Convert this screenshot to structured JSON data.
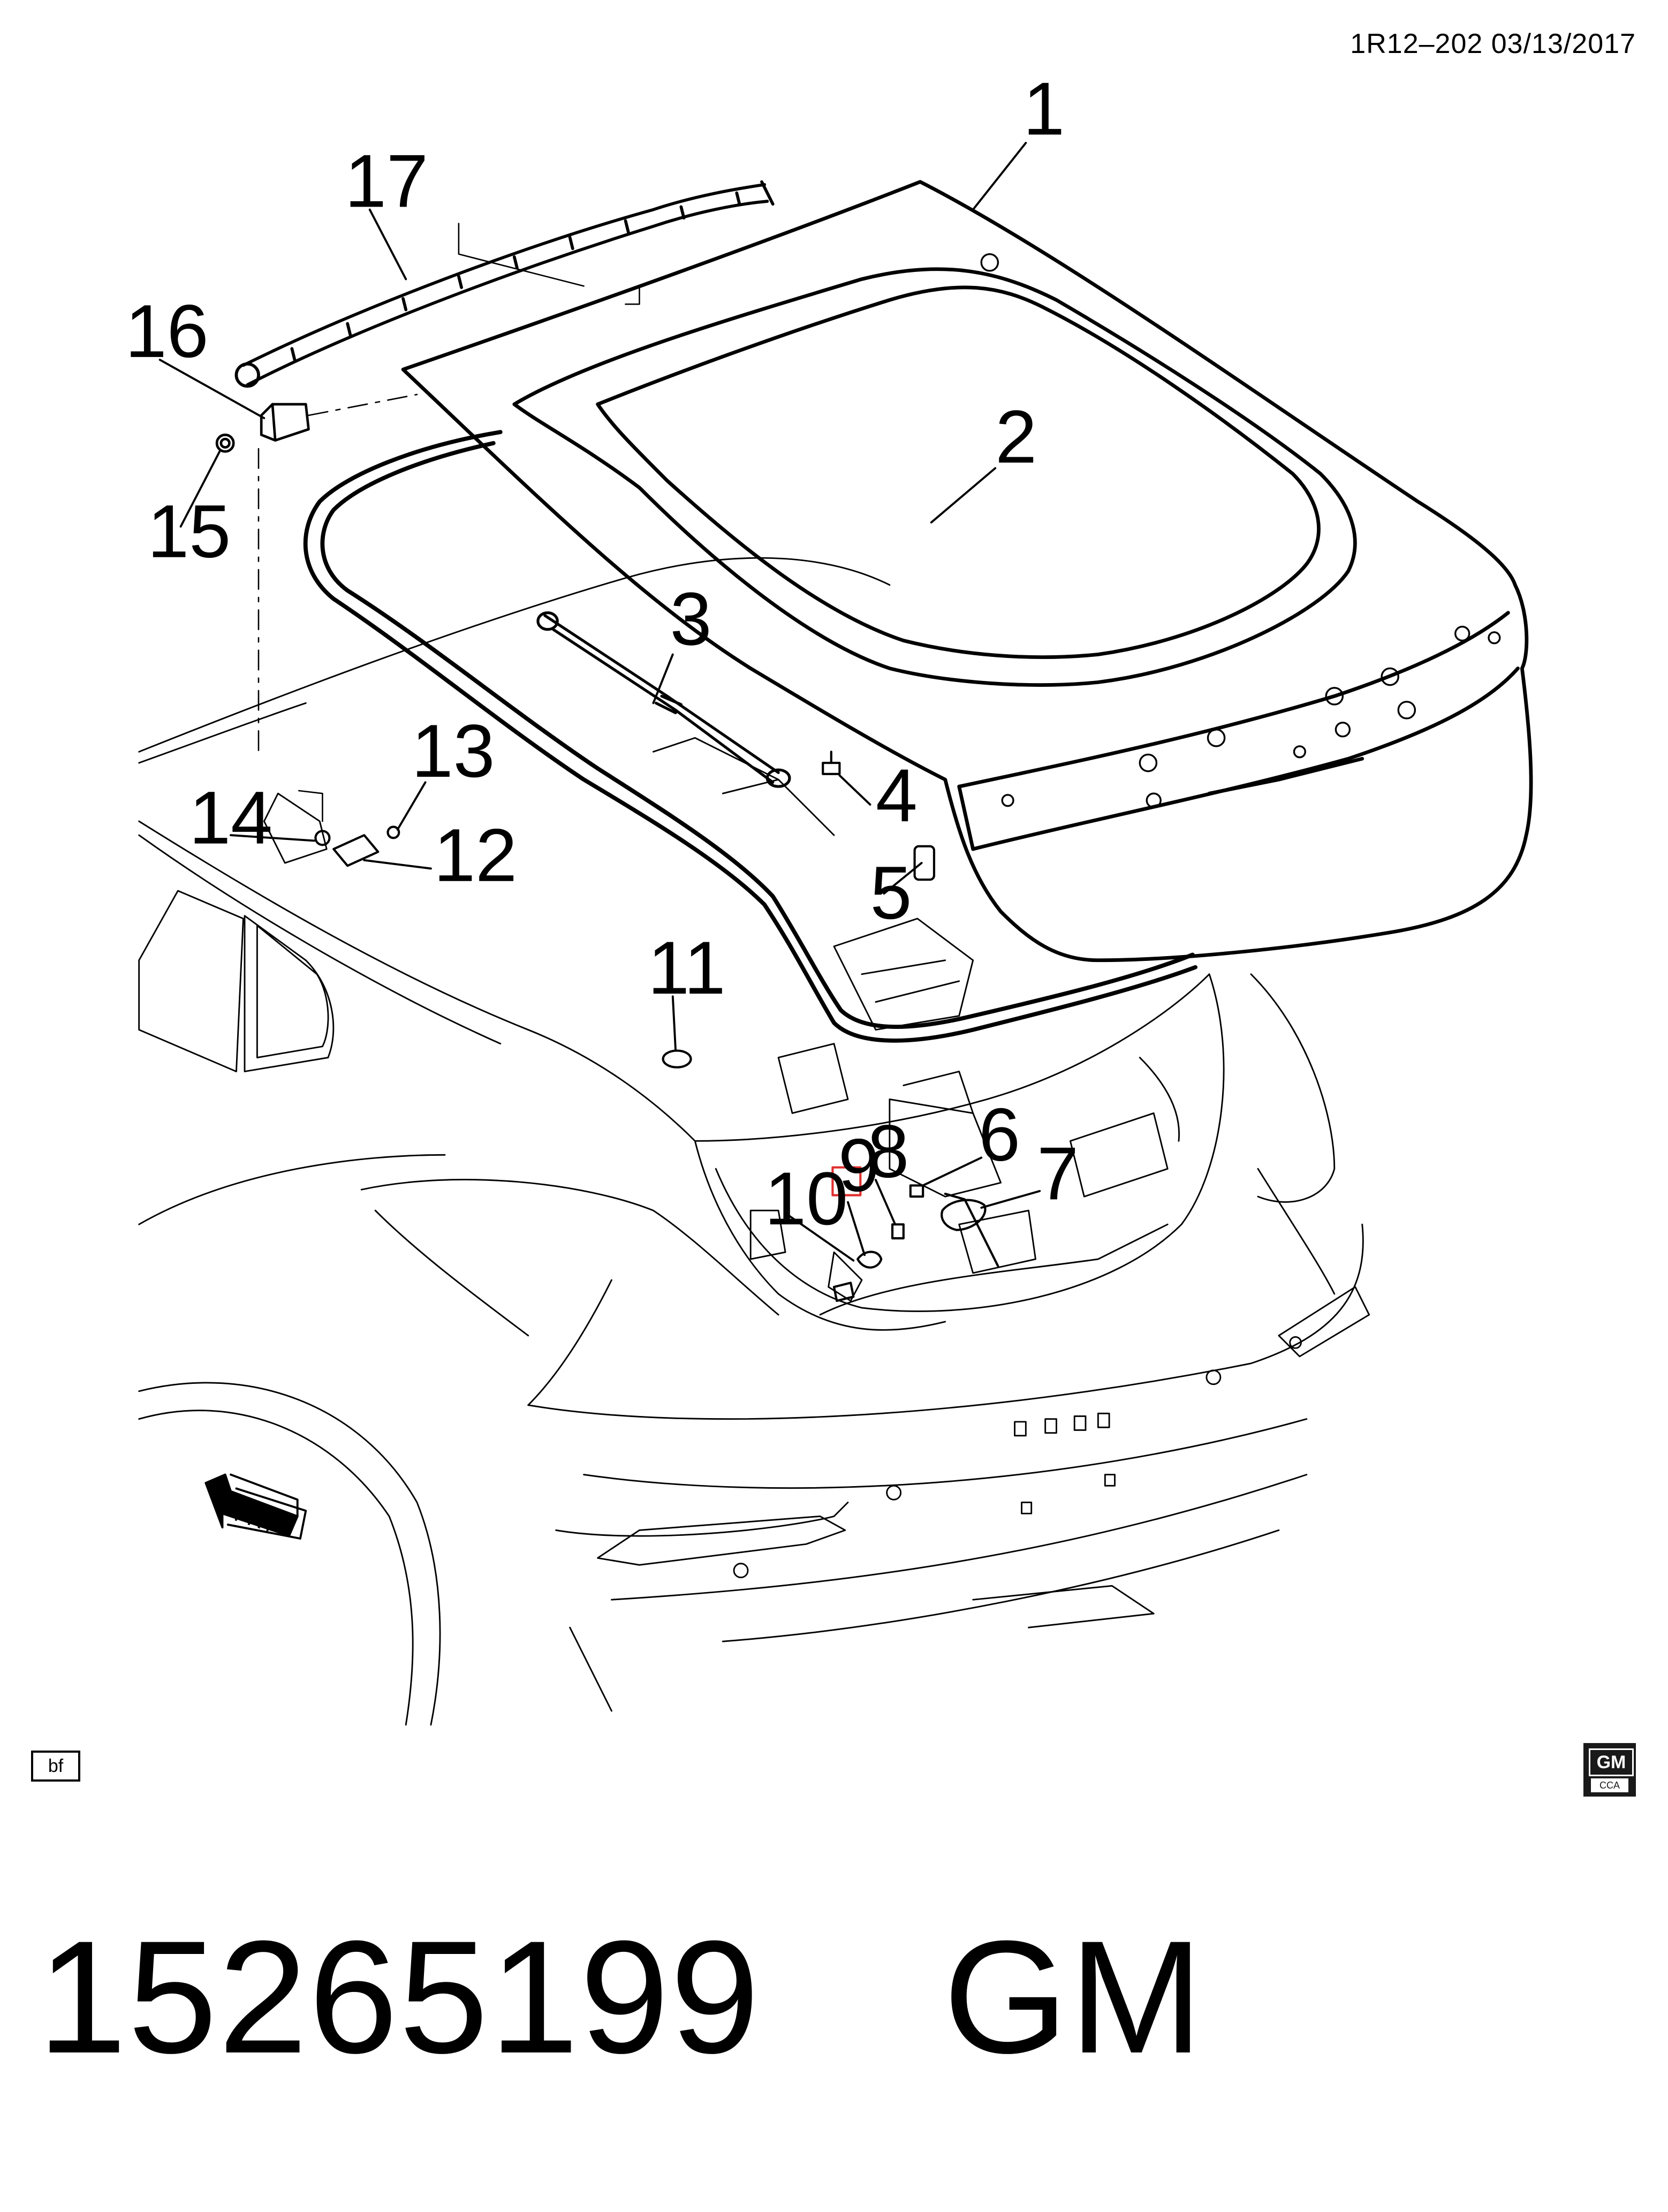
{
  "header": {
    "code": "1R12–202  03/13/2017"
  },
  "diagram": {
    "callouts": [
      {
        "id": "1",
        "label": "1"
      },
      {
        "id": "2",
        "label": "2"
      },
      {
        "id": "3",
        "label": "3"
      },
      {
        "id": "4",
        "label": "4"
      },
      {
        "id": "5",
        "label": "5"
      },
      {
        "id": "6",
        "label": "6"
      },
      {
        "id": "7",
        "label": "7"
      },
      {
        "id": "8",
        "label": "8"
      },
      {
        "id": "9",
        "label": "9",
        "highlighted": true
      },
      {
        "id": "10",
        "label": "10"
      },
      {
        "id": "11",
        "label": "11"
      },
      {
        "id": "12",
        "label": "12"
      },
      {
        "id": "13",
        "label": "13"
      },
      {
        "id": "14",
        "label": "14"
      },
      {
        "id": "15",
        "label": "15"
      },
      {
        "id": "16",
        "label": "16"
      },
      {
        "id": "17",
        "label": "17"
      }
    ],
    "front_indicator": "FRT",
    "highlight_color": "#e0302f"
  },
  "footer": {
    "view_code": "bf",
    "logo_letters": "GM",
    "logo_sub": "CCA",
    "part_number": "15265199",
    "brand": "GM"
  }
}
